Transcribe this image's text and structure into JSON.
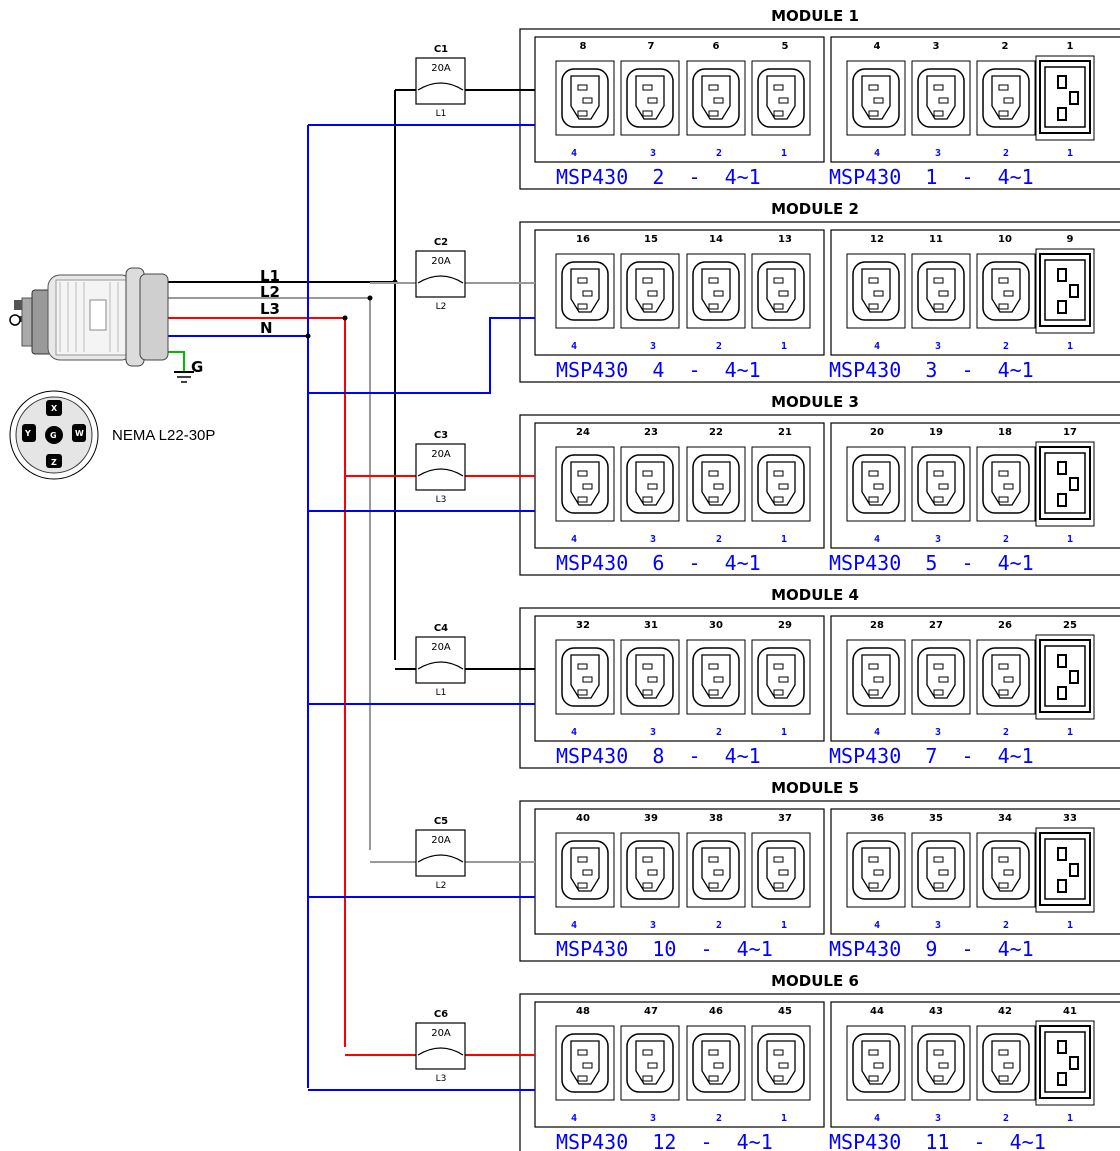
{
  "colors": {
    "l1": "#000000",
    "l2": "#999999",
    "l3": "#ff0000",
    "neutral": "#0000ff",
    "ground": "#00bb00",
    "label_blue": "#0000ff"
  },
  "line_labels": [
    "L1",
    "L2",
    "L3",
    "N"
  ],
  "ground_label": "G",
  "plug": {
    "label": "NEMA L22-30P",
    "pins": [
      "X",
      "W",
      "Z",
      "Y",
      "G"
    ]
  },
  "breakers": [
    {
      "id": "C1",
      "rating": "20A",
      "line": "L1"
    },
    {
      "id": "C2",
      "rating": "20A",
      "line": "L2"
    },
    {
      "id": "C3",
      "rating": "20A",
      "line": "L3"
    },
    {
      "id": "C4",
      "rating": "20A",
      "line": "L1"
    },
    {
      "id": "C5",
      "rating": "20A",
      "line": "L2"
    },
    {
      "id": "C6",
      "rating": "20A",
      "line": "L3"
    }
  ],
  "modules": [
    {
      "title": "MODULE 1",
      "outlets_left": [
        "8",
        "7",
        "6",
        "5"
      ],
      "outlets_right": [
        "4",
        "3",
        "2",
        "1"
      ],
      "channels_left": [
        "4",
        "3",
        "2",
        "1"
      ],
      "channels_right": [
        "4",
        "3",
        "2",
        "1"
      ],
      "msp_left": "MSP430 2 - 4~1",
      "msp_right": "MSP430 1 - 4~1"
    },
    {
      "title": "MODULE 2",
      "outlets_left": [
        "16",
        "15",
        "14",
        "13"
      ],
      "outlets_right": [
        "12",
        "11",
        "10",
        "9"
      ],
      "channels_left": [
        "4",
        "3",
        "2",
        "1"
      ],
      "channels_right": [
        "4",
        "3",
        "2",
        "1"
      ],
      "msp_left": "MSP430 4 - 4~1",
      "msp_right": "MSP430 3 - 4~1"
    },
    {
      "title": "MODULE 3",
      "outlets_left": [
        "24",
        "23",
        "22",
        "21"
      ],
      "outlets_right": [
        "20",
        "19",
        "18",
        "17"
      ],
      "channels_left": [
        "4",
        "3",
        "2",
        "1"
      ],
      "channels_right": [
        "4",
        "3",
        "2",
        "1"
      ],
      "msp_left": "MSP430 6 - 4~1",
      "msp_right": "MSP430 5 - 4~1"
    },
    {
      "title": "MODULE 4",
      "outlets_left": [
        "32",
        "31",
        "30",
        "29"
      ],
      "outlets_right": [
        "28",
        "27",
        "26",
        "25"
      ],
      "channels_left": [
        "4",
        "3",
        "2",
        "1"
      ],
      "channels_right": [
        "4",
        "3",
        "2",
        "1"
      ],
      "msp_left": "MSP430 8 - 4~1",
      "msp_right": "MSP430 7 - 4~1"
    },
    {
      "title": "MODULE 5",
      "outlets_left": [
        "40",
        "39",
        "38",
        "37"
      ],
      "outlets_right": [
        "36",
        "35",
        "34",
        "33"
      ],
      "channels_left": [
        "4",
        "3",
        "2",
        "1"
      ],
      "channels_right": [
        "4",
        "3",
        "2",
        "1"
      ],
      "msp_left": "MSP430 10 - 4~1",
      "msp_right": "MSP430 9 - 4~1"
    },
    {
      "title": "MODULE 6",
      "outlets_left": [
        "48",
        "47",
        "46",
        "45"
      ],
      "outlets_right": [
        "44",
        "43",
        "42",
        "41"
      ],
      "channels_left": [
        "4",
        "3",
        "2",
        "1"
      ],
      "channels_right": [
        "4",
        "3",
        "2",
        "1"
      ],
      "msp_left": "MSP430 12 - 4~1",
      "msp_right": "MSP430 11 - 4~1"
    }
  ]
}
